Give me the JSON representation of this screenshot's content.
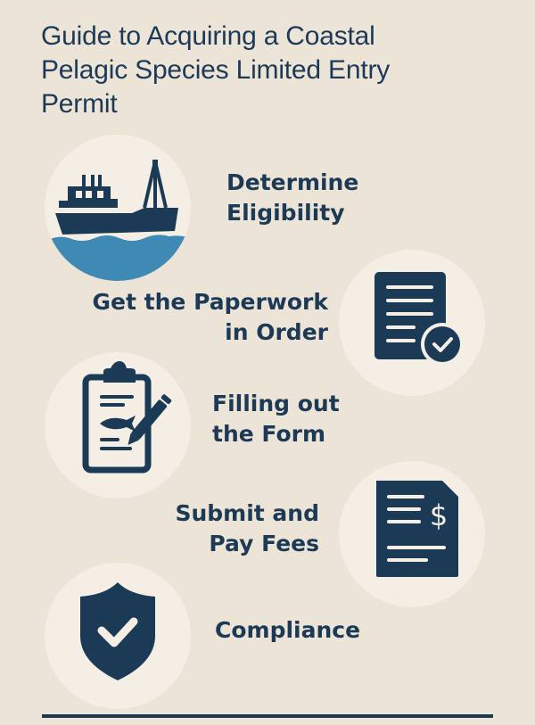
{
  "title": {
    "line1": "Guide to Acquiring a Coastal",
    "line2": "Pelagic Species Limited Entry",
    "line3": "Permit"
  },
  "steps": [
    {
      "icon": "fishing-boat-icon",
      "line1": "Determine",
      "line2": "Eligibility"
    },
    {
      "icon": "document-check-icon",
      "line1": "Get the Paperwork",
      "line2": "in Order"
    },
    {
      "icon": "clipboard-fish-pencil-icon",
      "line1": "Filling out",
      "line2": "the Form"
    },
    {
      "icon": "invoice-dollar-icon",
      "line1": "Submit and",
      "line2": "Pay Fees"
    },
    {
      "icon": "shield-check-icon",
      "line1": "Compliance"
    }
  ],
  "colors": {
    "background": "#ede4d8",
    "circle": "#f4eee4",
    "navy": "#1b3a55",
    "water": "#3f8ab4"
  }
}
